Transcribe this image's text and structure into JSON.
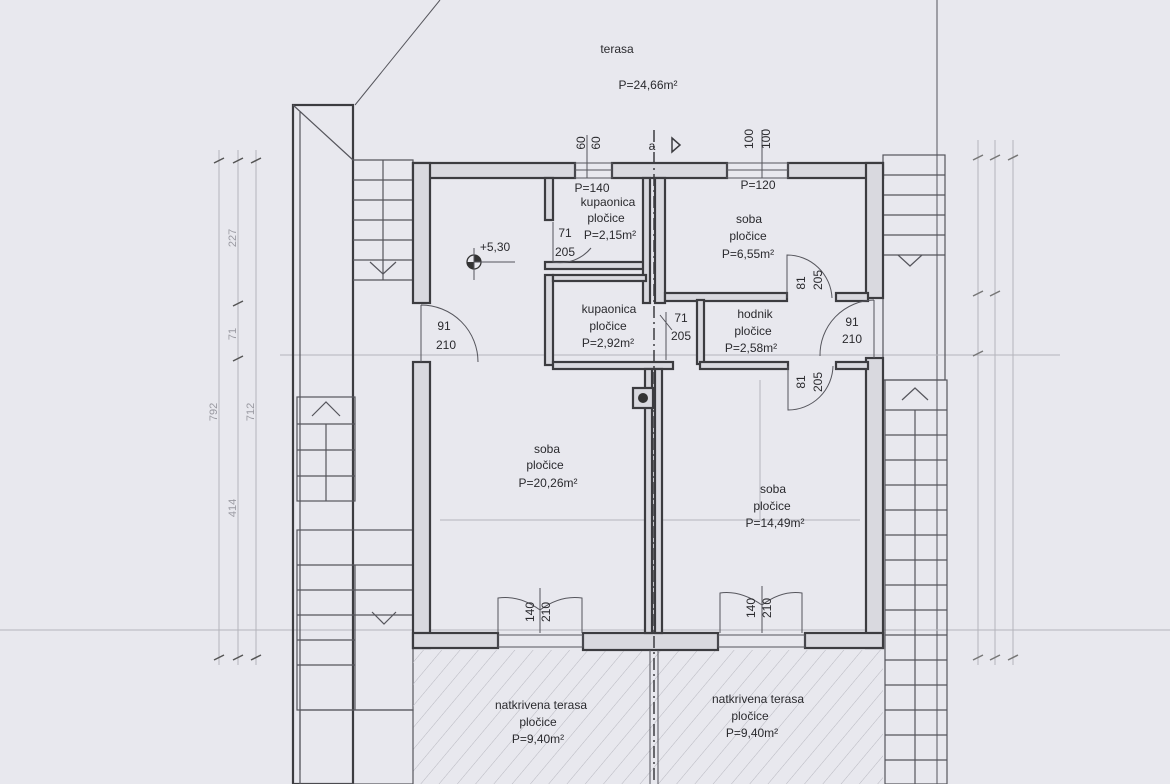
{
  "terrace_top": {
    "name": "terasa",
    "area": "P=24,66m²"
  },
  "section_marker": "a",
  "level_mark": "+5,30",
  "window_dims": {
    "w1_a": "60",
    "w1_b": "60",
    "w2_a": "100",
    "w2_b": "100"
  },
  "sill_heights": {
    "bathroom": "P=140",
    "bedroom": "P=120"
  },
  "rooms": {
    "bathroom1": {
      "name": "kupaonica",
      "finish": "pločice",
      "area": "P=2,15m²"
    },
    "bedroom_small": {
      "name": "soba",
      "finish": "pločice",
      "area": "P=6,55m²"
    },
    "bathroom2": {
      "name": "kupaonica",
      "finish": "pločice",
      "area": "P=2,92m²"
    },
    "hallway": {
      "name": "hodnik",
      "finish": "pločice",
      "area": "P=2,58m²"
    },
    "bedroom_left": {
      "name": "soba",
      "finish": "pločice",
      "area": "P=20,26m²"
    },
    "bedroom_right": {
      "name": "soba",
      "finish": "pločice",
      "area": "P=14,49m²"
    },
    "terrace_left": {
      "name": "natkrivena terasa",
      "finish": "pločice",
      "area": "P=9,40m²"
    },
    "terrace_right": {
      "name": "natkrivena terasa",
      "finish": "pločice",
      "area": "P=9,40m²"
    }
  },
  "doors": {
    "bath1": {
      "w": "71",
      "h": "205"
    },
    "bath2": {
      "w": "71",
      "h": "205"
    },
    "bedroom_small": {
      "w": "81",
      "h": "205"
    },
    "hallway_bedroom": {
      "w": "81",
      "h": "205"
    },
    "entry_left": {
      "w": "91",
      "h": "210"
    },
    "entry_right": {
      "w": "91",
      "h": "210"
    },
    "balcony_left": {
      "w": "140",
      "h": "210"
    },
    "balcony_right": {
      "w": "140",
      "h": "210"
    }
  },
  "left_dimensions": [
    "227",
    "71",
    "712",
    "792",
    "414"
  ]
}
